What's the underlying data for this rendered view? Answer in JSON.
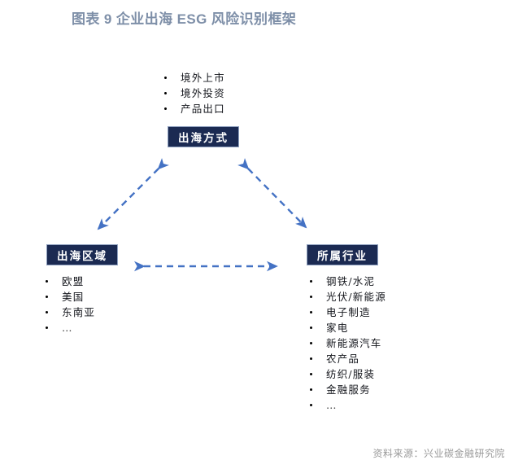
{
  "figure": {
    "title": "图表 9  企业出海 ESG 风险识别框架",
    "source": "资料来源：兴业碳金融研究院",
    "colors": {
      "title_text": "#7E8FA8",
      "box_fill": "#1B2A52",
      "box_border": "#8EA0BF",
      "box_text": "#FFFFFF",
      "arrow": "#4472C4",
      "bullet_text": "#14161C",
      "source_text": "#9A9A9A",
      "background": "#FFFFFF"
    }
  },
  "diagram": {
    "type": "triangle-framework",
    "nodes": [
      {
        "id": "top",
        "label": "出海方式",
        "items": [
          "境外上市",
          "境外投资",
          "产品出口"
        ]
      },
      {
        "id": "left",
        "label": "出海区域",
        "items": [
          "欧盟",
          "美国",
          "东南亚",
          "…"
        ]
      },
      {
        "id": "right",
        "label": "所属行业",
        "items": [
          "钢铁/水泥",
          "光伏/新能源",
          "电子制造",
          "家电",
          "新能源汽车",
          "农产品",
          "纺织/服装",
          "金融服务",
          "…"
        ]
      }
    ],
    "connectors": [
      {
        "id": "top-left",
        "from": "top",
        "to": "left",
        "style": "dashed",
        "heads": "both"
      },
      {
        "id": "top-right",
        "from": "top",
        "to": "right",
        "style": "dashed",
        "heads": "both"
      },
      {
        "id": "left-right",
        "from": "left",
        "to": "right",
        "style": "dashed",
        "heads": "both"
      }
    ]
  }
}
